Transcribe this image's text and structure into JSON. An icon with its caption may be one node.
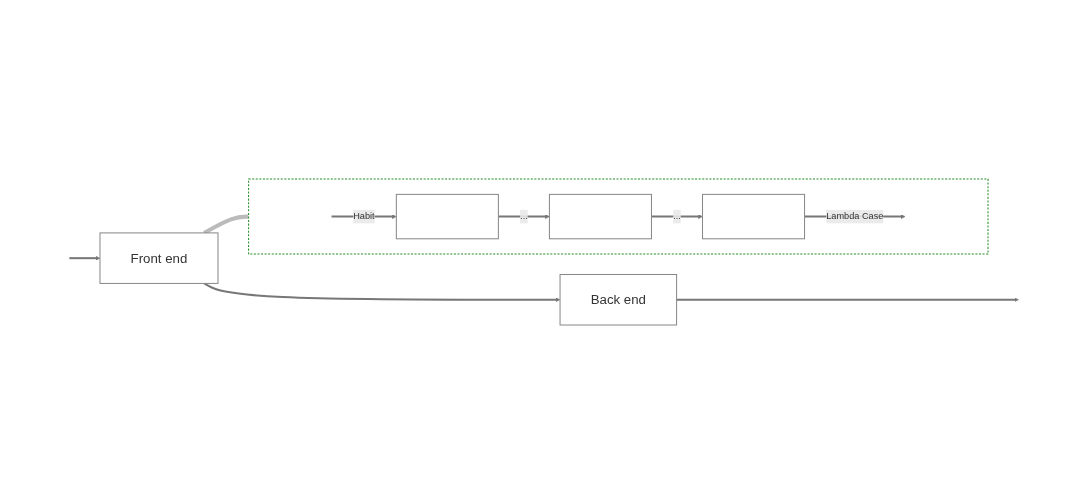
{
  "diagram": {
    "nodes": [
      {
        "text": [
          "Front end"
        ]
      },
      {
        "text": [
          "Back end"
        ]
      },
      {
        "text": [],
        "shape": "box"
      },
      {
        "text": [],
        "shape": "box",
        "in": 2
      },
      {
        "text": [],
        "shape": "box",
        "in": 2
      },
      {
        "text": [],
        "shape": "box",
        "in": 2
      }
    ],
    "edges": [
      {
        "from": null,
        "to": 0,
        "arrow": "to"
      },
      {
        "from": 0,
        "to": 1,
        "arrow": "to"
      },
      {
        "from": 1,
        "to": null,
        "arrow": "to"
      },
      {
        "from": 0,
        "to": 2,
        "arrow": "none",
        "style": "thick",
        "color": "#bbbbbb"
      },
      {
        "from": null,
        "to": 3,
        "arrow": "to",
        "label": "Habit"
      },
      {
        "from": 3,
        "to": 4,
        "arrow": "to",
        "label": "..."
      },
      {
        "from": 4,
        "to": 5,
        "arrow": "to",
        "label": "..."
      },
      {
        "from": 5,
        "to": null,
        "arrow": "to",
        "label": "Lambda Case"
      }
    ]
  }
}
